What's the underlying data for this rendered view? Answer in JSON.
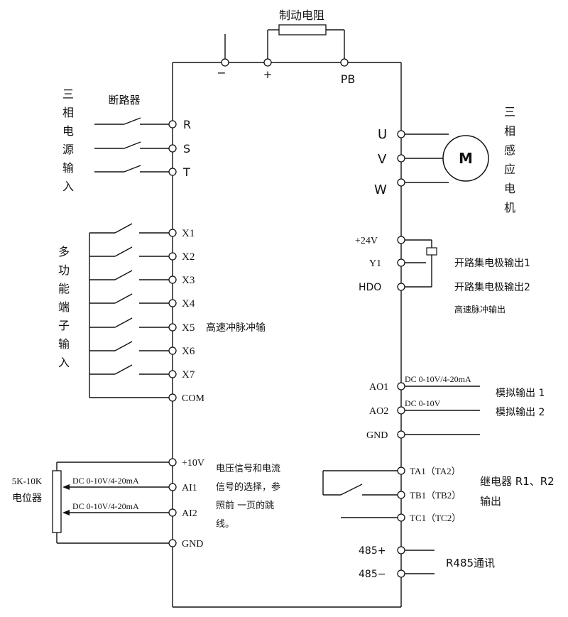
{
  "top": {
    "brake_resistor": "制动电阻",
    "minus": "−",
    "plus": "+",
    "pb": "PB"
  },
  "power_input": {
    "side_label": [
      "三",
      "相",
      "电",
      "源",
      "输",
      "入"
    ],
    "breaker": "断路器",
    "terminals": [
      "R",
      "S",
      "T"
    ]
  },
  "motor_output": {
    "terminals": [
      "U",
      "V",
      "W"
    ],
    "motor": "M",
    "side_label": [
      "三",
      "相",
      "感",
      "应",
      "电",
      "机"
    ]
  },
  "multi_input": {
    "side_label": [
      "多",
      "功",
      "能",
      "端",
      "子",
      "输",
      "入"
    ],
    "terminals": [
      "X1",
      "X2",
      "X3",
      "X4",
      "X5",
      "X6",
      "X7",
      "COM"
    ],
    "x5_note": "高速冲脉冲输"
  },
  "open_collector": {
    "terminals": [
      "+24V",
      "Y1",
      "HDO"
    ],
    "label1": "开路集电极输出1",
    "label2": "开路集电极输出2",
    "label3": "高速脉冲输出"
  },
  "analog_output": {
    "terminals": [
      "AO1",
      "AO2",
      "GND"
    ],
    "ao1_signal": "DC 0-10V/4-20mA",
    "ao2_signal": "DC 0-10V",
    "label1": "模拟输出 1",
    "label2": "模拟输出 2"
  },
  "analog_input": {
    "terminals": [
      "+10V",
      "AI1",
      "AI2",
      "GND"
    ],
    "pot_value": "5K-10K",
    "pot_label": "电位器",
    "ai1_signal": "DC 0-10V/4-20mA",
    "ai2_signal": "DC 0-10V/4-20mA",
    "note": [
      "电压信号和电流",
      "信号的选择，参",
      "照前 一页的跳",
      "线。"
    ]
  },
  "relay": {
    "terminals": [
      "TA1（TA2）",
      "TB1（TB2）",
      "TC1（TC2）"
    ],
    "label1": "继电器 R1、R2",
    "label2": "输出"
  },
  "rs485": {
    "terminals": [
      "485+",
      "485−"
    ],
    "label": "R485通讯"
  }
}
